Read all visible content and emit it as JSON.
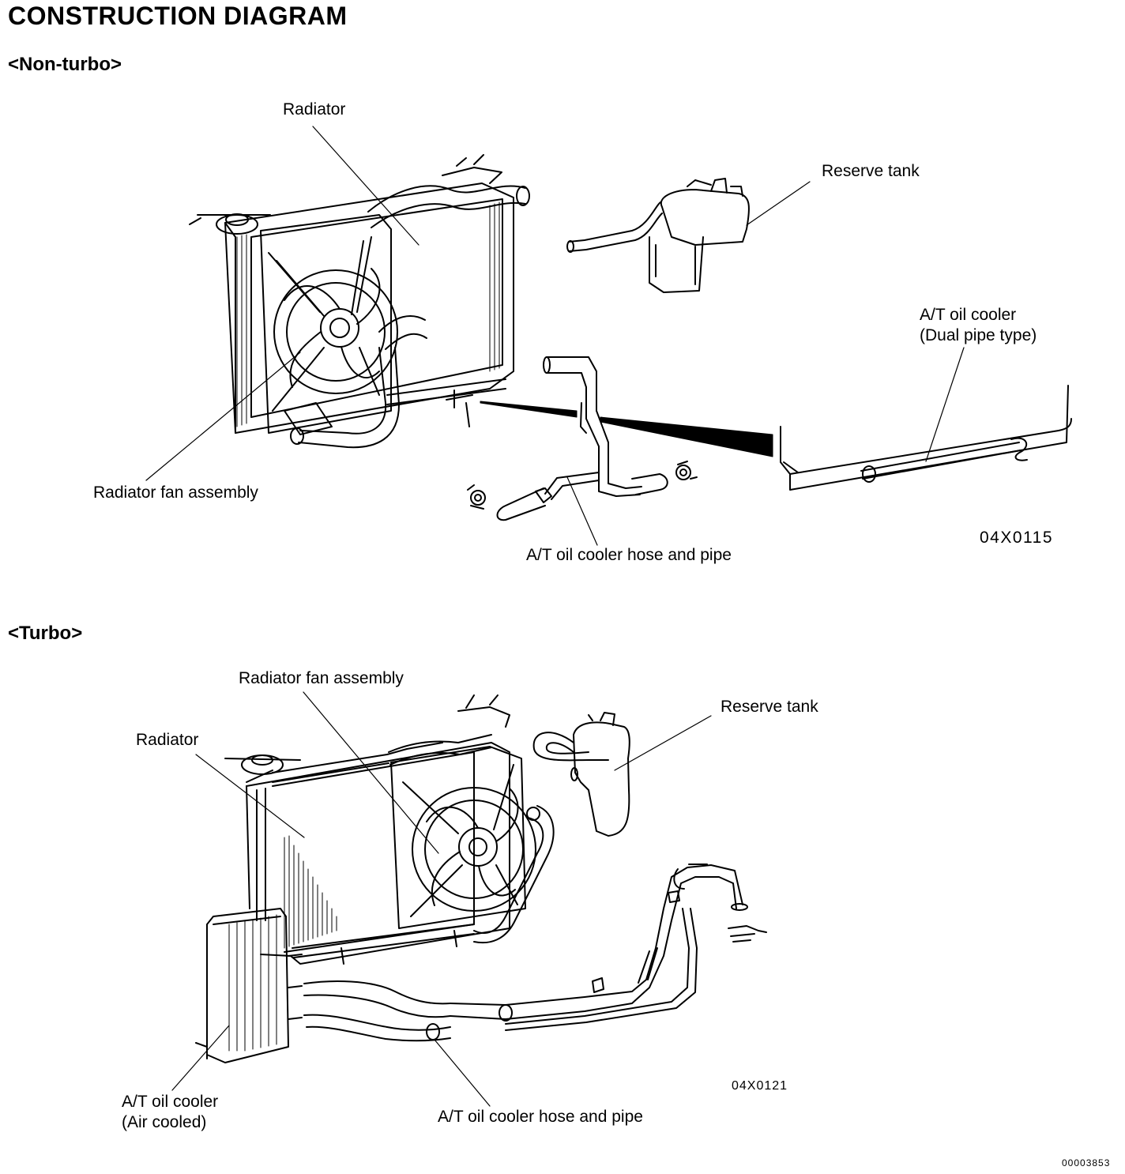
{
  "doc_title": "CONSTRUCTION DIAGRAM",
  "non_turbo": {
    "heading": "<Non-turbo>",
    "labels": {
      "radiator": "Radiator",
      "reserve_tank": "Reserve tank",
      "at_oil_cooler_line1": "A/T oil cooler",
      "at_oil_cooler_line2": "(Dual pipe type)",
      "radiator_fan_assembly": "Radiator fan assembly",
      "hose_and_pipe": "A/T oil cooler hose and pipe"
    },
    "figure_code": "04X0115"
  },
  "turbo": {
    "heading": "<Turbo>",
    "labels": {
      "radiator_fan_assembly": "Radiator fan assembly",
      "reserve_tank": "Reserve tank",
      "radiator": "Radiator",
      "at_oil_cooler_line1": "A/T oil cooler",
      "at_oil_cooler_line2": "(Air cooled)",
      "hose_and_pipe": "A/T oil cooler hose and pipe"
    },
    "figure_code": "04X0121"
  },
  "page_code": "00003853"
}
